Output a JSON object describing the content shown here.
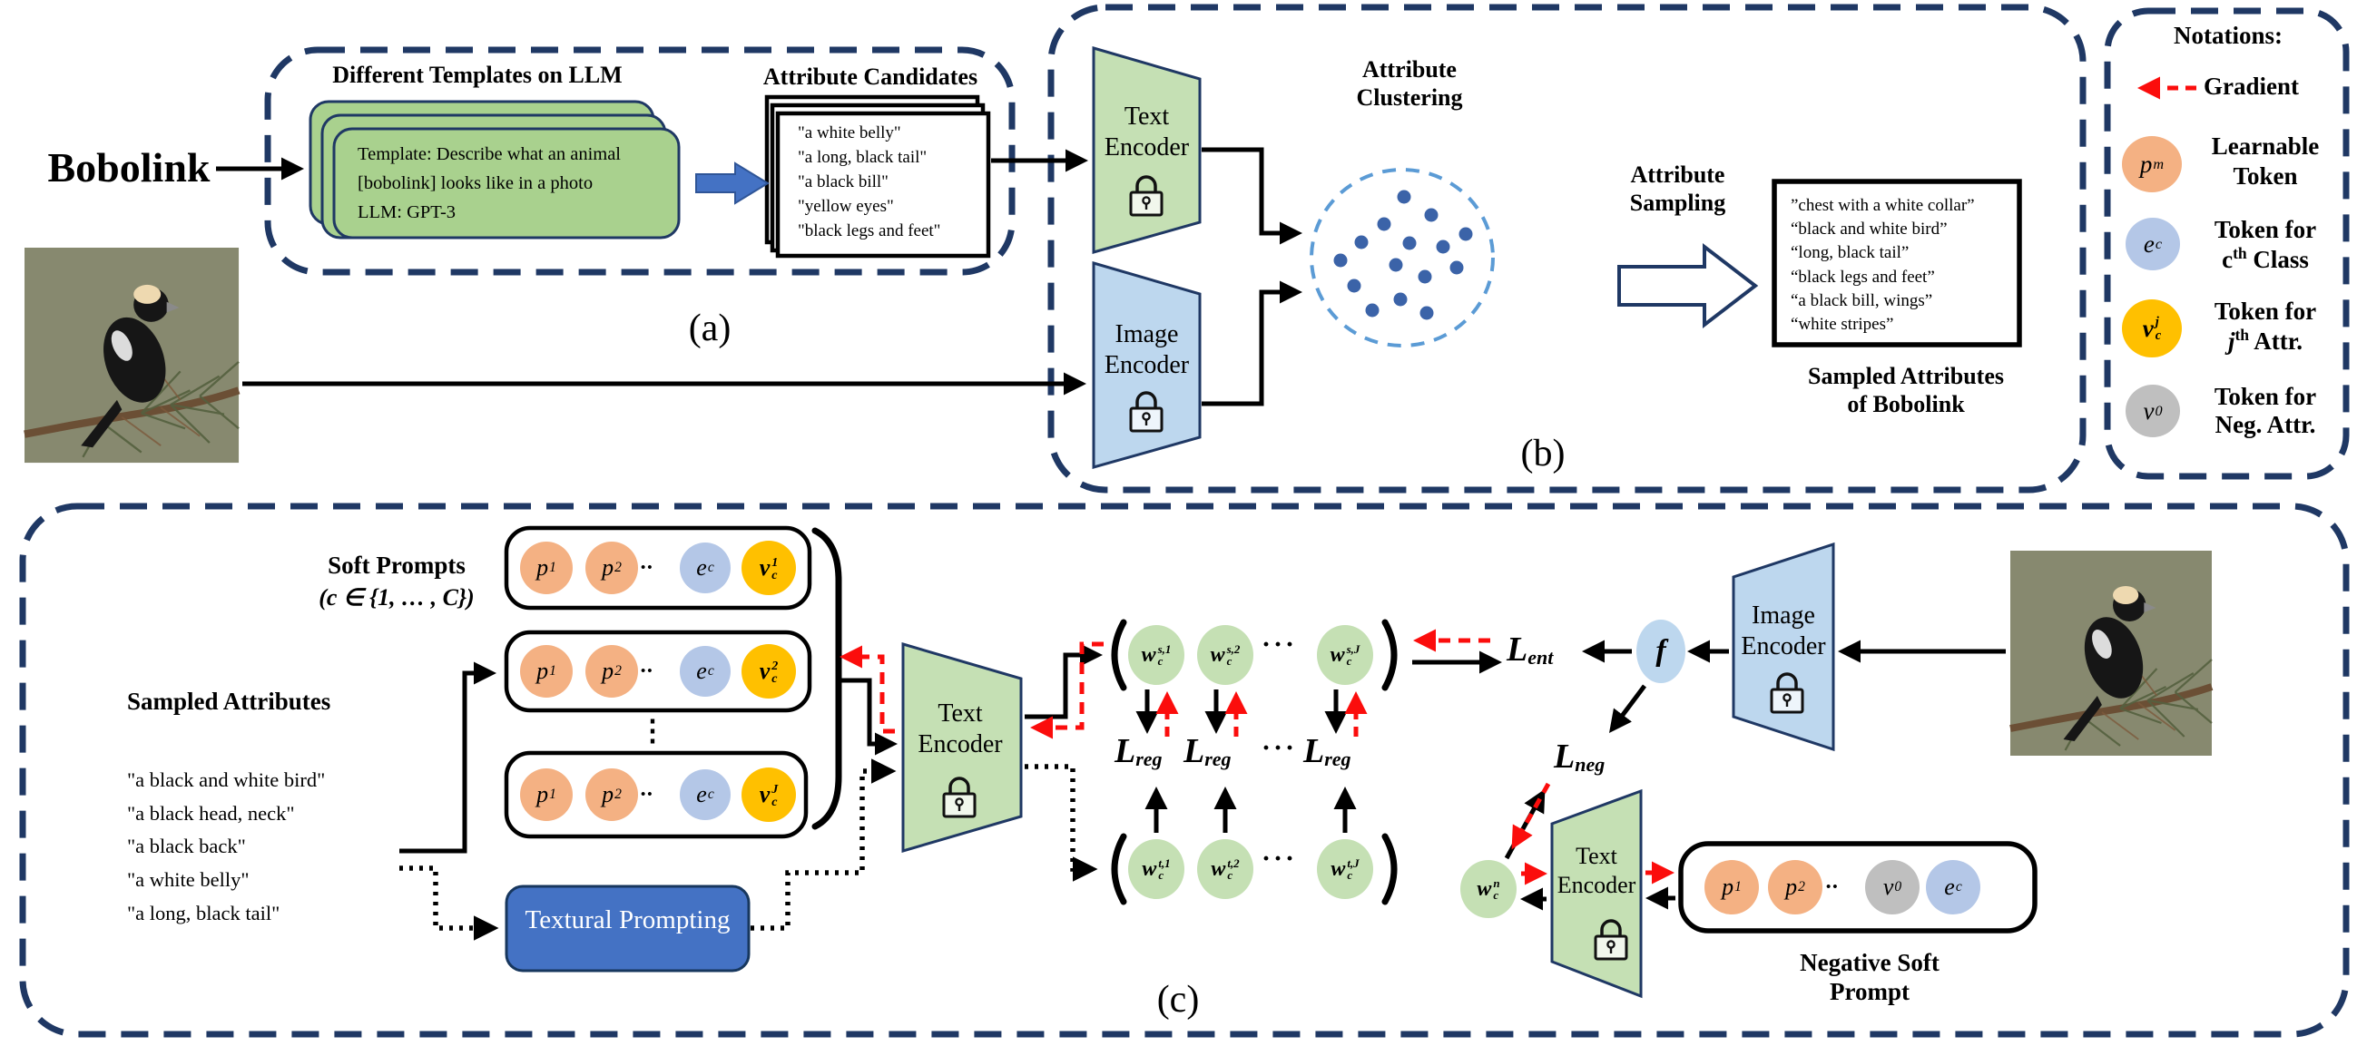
{
  "colors": {
    "navy_border": "#1f3864",
    "template_green": "#a9d18e",
    "encoder_green": "#c5e0b4",
    "encoder_blue": "#bdd7ee",
    "token_orange": "#f4b183",
    "token_blue": "#b4c7e7",
    "token_yellow": "#ffc000",
    "token_gray": "#bfbfbf",
    "accent_blue": "#4472c4",
    "gradient_red": "#fb0d0c",
    "cluster_dash": "#5b9bd5",
    "cluster_dot": "#3b63a8"
  },
  "top": {
    "class_name": "Bobolink"
  },
  "panel_labels": {
    "a": "(a)",
    "b": "(b)",
    "c": "(c)"
  },
  "section_a": {
    "templates_title": "Different Templates on LLM",
    "template_card": {
      "line1": "Template: Describe what an animal",
      "line2": "[bobolink] looks like in a photo",
      "line3": "LLM: GPT-3"
    },
    "candidates_title": "Attribute Candidates",
    "candidates": [
      "\"a white belly\"",
      "\"a long, black tail\"",
      "\"a black bill\"",
      "\"yellow eyes\"",
      "\"black legs and feet\""
    ]
  },
  "section_b": {
    "text_encoder": {
      "line1": "Text",
      "line2": "Encoder"
    },
    "image_encoder": {
      "line1": "Image",
      "line2": "Encoder"
    },
    "clustering": {
      "line1": "Attribute",
      "line2": "Clustering"
    },
    "sampling": {
      "line1": "Attribute",
      "line2": "Sampling"
    },
    "sampled_attributes": [
      "”chest with a white collar”",
      "“black and white bird”",
      "“long, black tail”",
      "“black legs and feet”",
      "“a black bill, wings”",
      "“white stripes”"
    ],
    "sampled_caption": {
      "line1": "Sampled Attributes",
      "line2": "of Bobolink"
    }
  },
  "notations": {
    "title": "Notations:",
    "gradient_label": "Gradient",
    "items": [
      {
        "base": "p",
        "sub": "m",
        "sup": "",
        "line1": "Learnable",
        "line2_pre": "Token",
        "line2_sup": "",
        "line2_post": ""
      },
      {
        "base": "e",
        "sub": "c",
        "sup": "",
        "line1": "Token for",
        "line2_pre": "c",
        "line2_sup": "th",
        "line2_post": " Class"
      },
      {
        "base": "v",
        "sub": "c",
        "sup": "j",
        "line1": "Token for",
        "line2_pre": "j",
        "line2_sup": "th",
        "line2_post": " Attr."
      },
      {
        "base": "v",
        "sub": "0",
        "sup": "",
        "line1": "Token for",
        "line2_pre": "Neg. Attr.",
        "line2_sup": "",
        "line2_post": ""
      }
    ]
  },
  "section_c": {
    "soft_prompts": {
      "line1": "Soft Prompts",
      "line2": "(c ∈ {1, … , C})"
    },
    "sampled_title": "Sampled Attributes",
    "sampled_attributes": [
      "\"a black and white bird\"",
      "\"a black head, neck\"",
      "\"a black back\"",
      "\"a white belly\"",
      "\"a long, black tail\""
    ],
    "textural_prompting": "Textural Prompting",
    "dots2": "••",
    "vdots": "⋮",
    "hdots": "···",
    "prompt_rows": [
      {
        "p1": {
          "base": "p",
          "sub": "1"
        },
        "p2": {
          "base": "p",
          "sub": "2"
        },
        "ec": {
          "base": "e",
          "sub": "c"
        },
        "v": {
          "base": "v",
          "sub": "c",
          "sup": "1"
        }
      },
      {
        "p1": {
          "base": "p",
          "sub": "1"
        },
        "p2": {
          "base": "p",
          "sub": "2"
        },
        "ec": {
          "base": "e",
          "sub": "c"
        },
        "v": {
          "base": "v",
          "sub": "c",
          "sup": "2"
        }
      },
      {
        "p1": {
          "base": "p",
          "sub": "1"
        },
        "p2": {
          "base": "p",
          "sub": "2"
        },
        "ec": {
          "base": "e",
          "sub": "c"
        },
        "v": {
          "base": "v",
          "sub": "c",
          "sup": "J"
        }
      }
    ],
    "text_encoder": {
      "line1": "Text",
      "line2": "Encoder"
    },
    "image_encoder": {
      "line1": "Image",
      "line2": "Encoder"
    },
    "text_encoder2": {
      "line1": "Text",
      "line2": "Encoder"
    },
    "ws_tokens": [
      {
        "base": "w",
        "sup": "s,1",
        "sub": "c"
      },
      {
        "base": "w",
        "sup": "s,2",
        "sub": "c"
      },
      {
        "base": "w",
        "sup": "s,J",
        "sub": "c"
      }
    ],
    "wt_tokens": [
      {
        "base": "w",
        "sup": "t,1",
        "sub": "c"
      },
      {
        "base": "w",
        "sup": "t,2",
        "sub": "c"
      },
      {
        "base": "w",
        "sup": "t,J",
        "sub": "c"
      }
    ],
    "wn_token": {
      "base": "w",
      "sup": "n",
      "sub": "c"
    },
    "f_token": "f",
    "losses": {
      "ent": {
        "base": "L",
        "sub": "ent"
      },
      "reg": {
        "base": "L",
        "sub": "reg"
      },
      "neg": {
        "base": "L",
        "sub": "neg"
      }
    },
    "neg_prompt_tokens": {
      "p1": {
        "base": "p",
        "sub": "1"
      },
      "p2": {
        "base": "p",
        "sub": "2"
      },
      "v0": {
        "base": "v",
        "sub": "0"
      },
      "ec": {
        "base": "e",
        "sub": "c"
      }
    },
    "negative_caption": {
      "line1": "Negative Soft",
      "line2": "Prompt"
    }
  }
}
